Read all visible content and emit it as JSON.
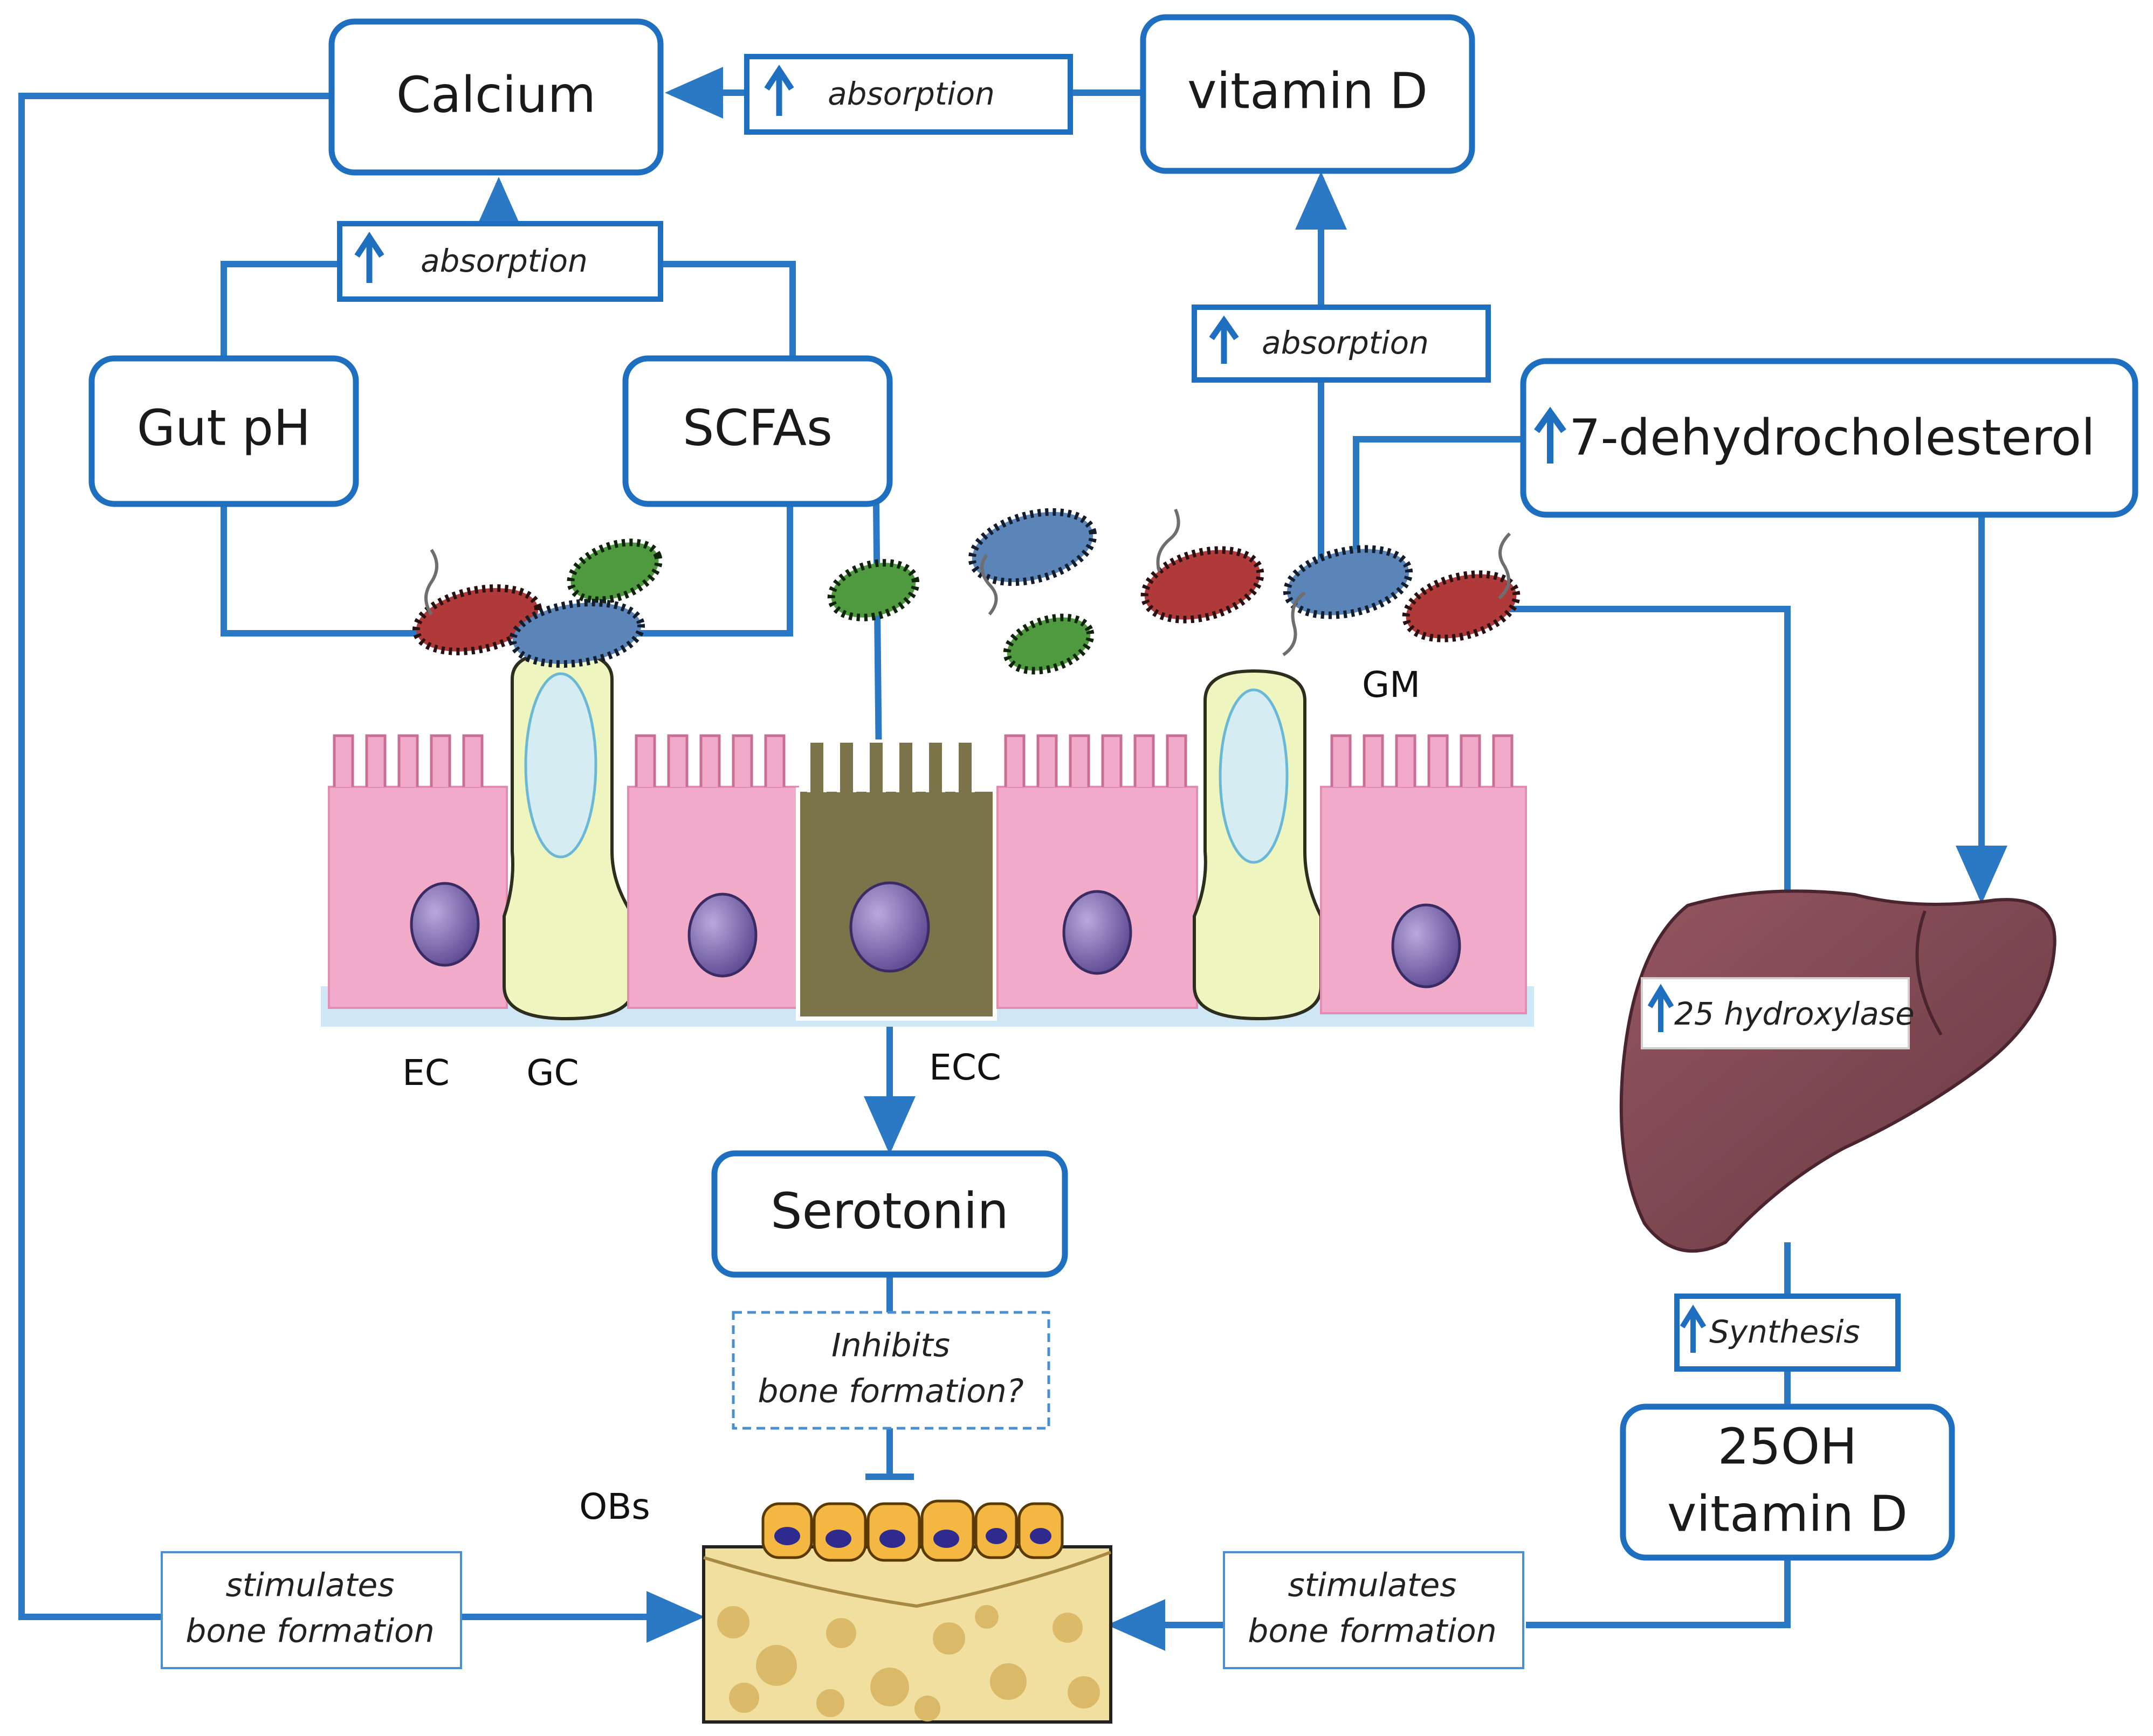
{
  "colors": {
    "box_stroke": "#1f6fc0",
    "arrow": "#2b78c5",
    "cell_pink": "#f2aac9",
    "goblet": "#eef5bf",
    "ecc_cell": "#7b7349",
    "nucleus": "#8a76b8",
    "liver": "#7d4752",
    "bone_bg": "#f1dfa0",
    "osteoblast": "#f3b742",
    "membrane": "#cfe6f5"
  },
  "nodes": {
    "calcium": "Calcium",
    "vitamin_d": "vitamin D",
    "gut_ph": "Gut pH",
    "scfas": "SCFAs",
    "dehydrocholesterol": "7-dehydrocholesterol",
    "serotonin": "Serotonin",
    "ohd_line1": "25OH",
    "ohd_line2": "vitamin D"
  },
  "markers": {
    "absorption": "absorption",
    "hydroxylase": "25 hydroxylase",
    "synthesis": "Synthesis"
  },
  "notes": {
    "inhibits_line1": "Inhibits",
    "inhibits_line2": "bone formation?",
    "stimulates_line1": "stimulates",
    "stimulates_line2": "bone formation"
  },
  "labels": {
    "ec": "EC",
    "gc": "GC",
    "ecc": "ECC",
    "gm": "GM",
    "obs": "OBs"
  }
}
